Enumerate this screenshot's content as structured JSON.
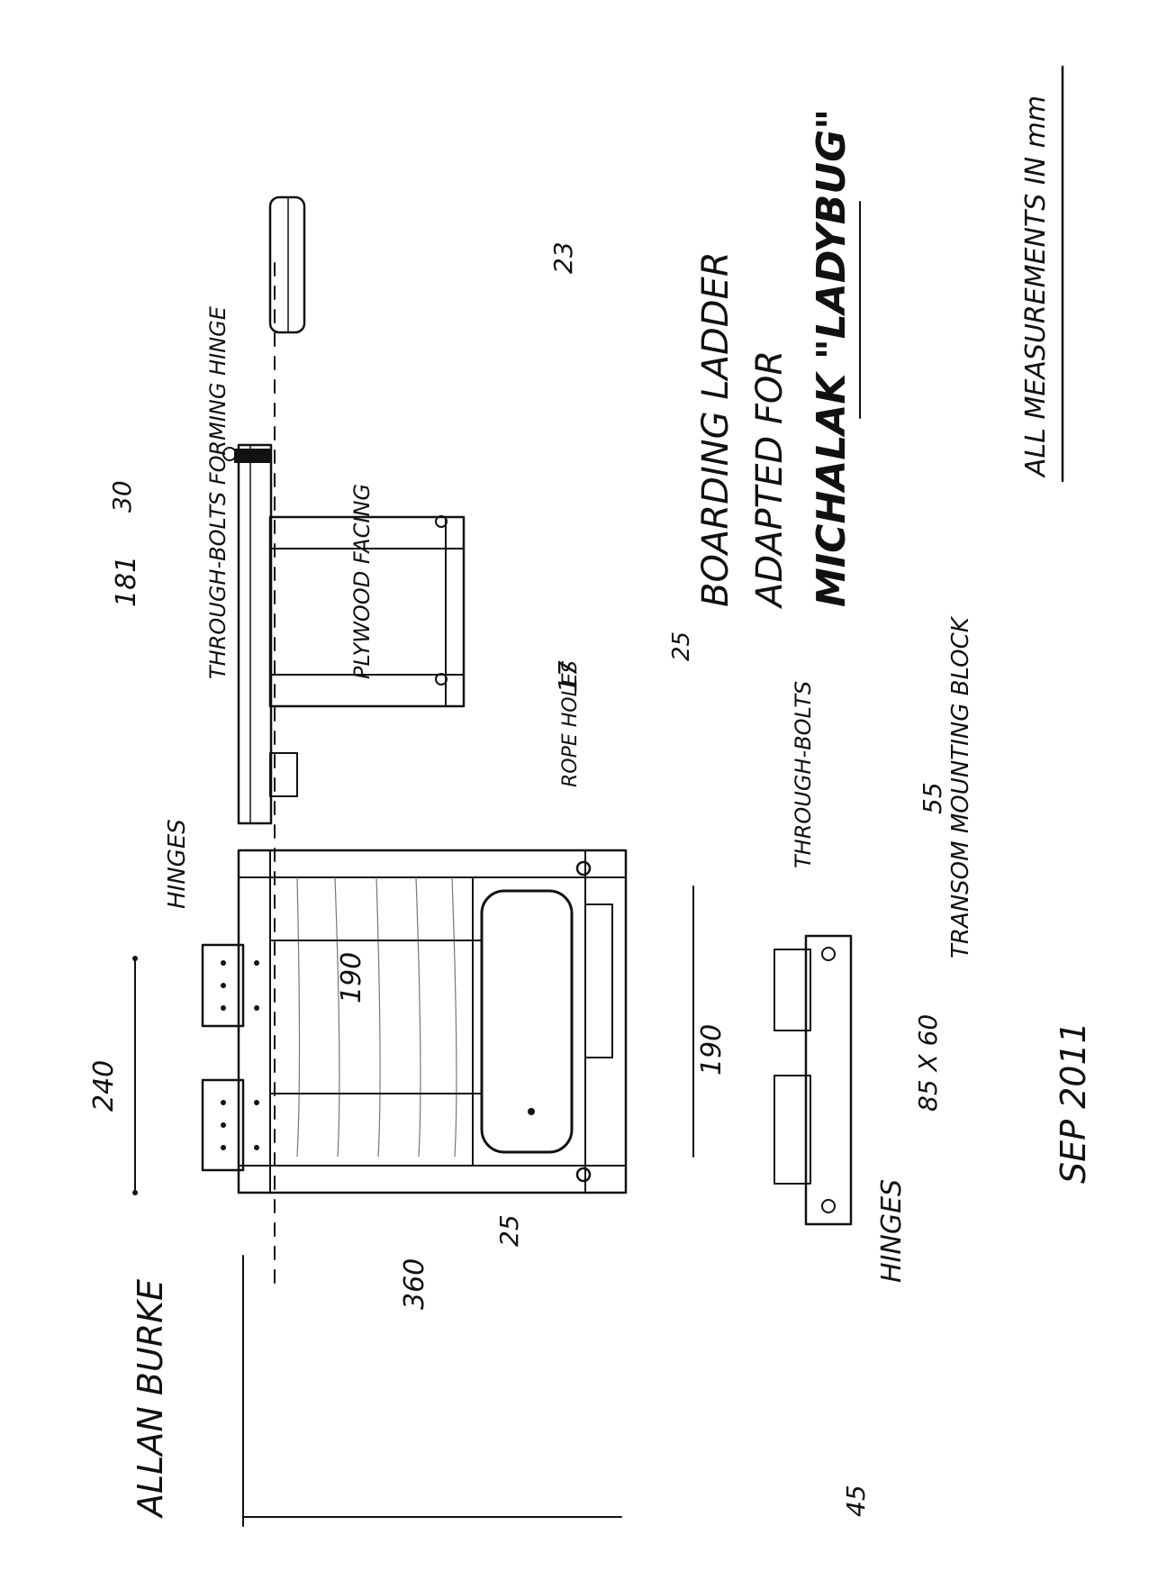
{
  "title": {
    "line1": "BOARDING LADDER",
    "line2": "ADAPTED FOR",
    "line3": "MICHALAK \"LADYBUG\""
  },
  "note": "ALL MEASUREMENTS IN mm",
  "author": "ALLAN BURKE",
  "date": "SEP 2011",
  "labels": {
    "hinges_top": "HINGES",
    "hinges_bottom": "HINGES",
    "hinge_size": "85 X 60",
    "through_bolts_hinge": "THROUGH-BOLTS FORMING HINGE",
    "plywood_facing": "PLYWOOD FACING",
    "rope_holes": "ROPE HOLES",
    "through_bolts": "THROUGH-BOLTS",
    "transom_block": "TRANSOM MOUNTING BLOCK"
  },
  "dimensions": {
    "d240": "240",
    "d190_top": "190",
    "d190_mid": "190",
    "d25_bottom": "25",
    "d360": "360",
    "d45": "45",
    "d30": "30",
    "d25_side": "25",
    "d55": "55",
    "d181": "181",
    "d17": "17",
    "d23": "23"
  }
}
